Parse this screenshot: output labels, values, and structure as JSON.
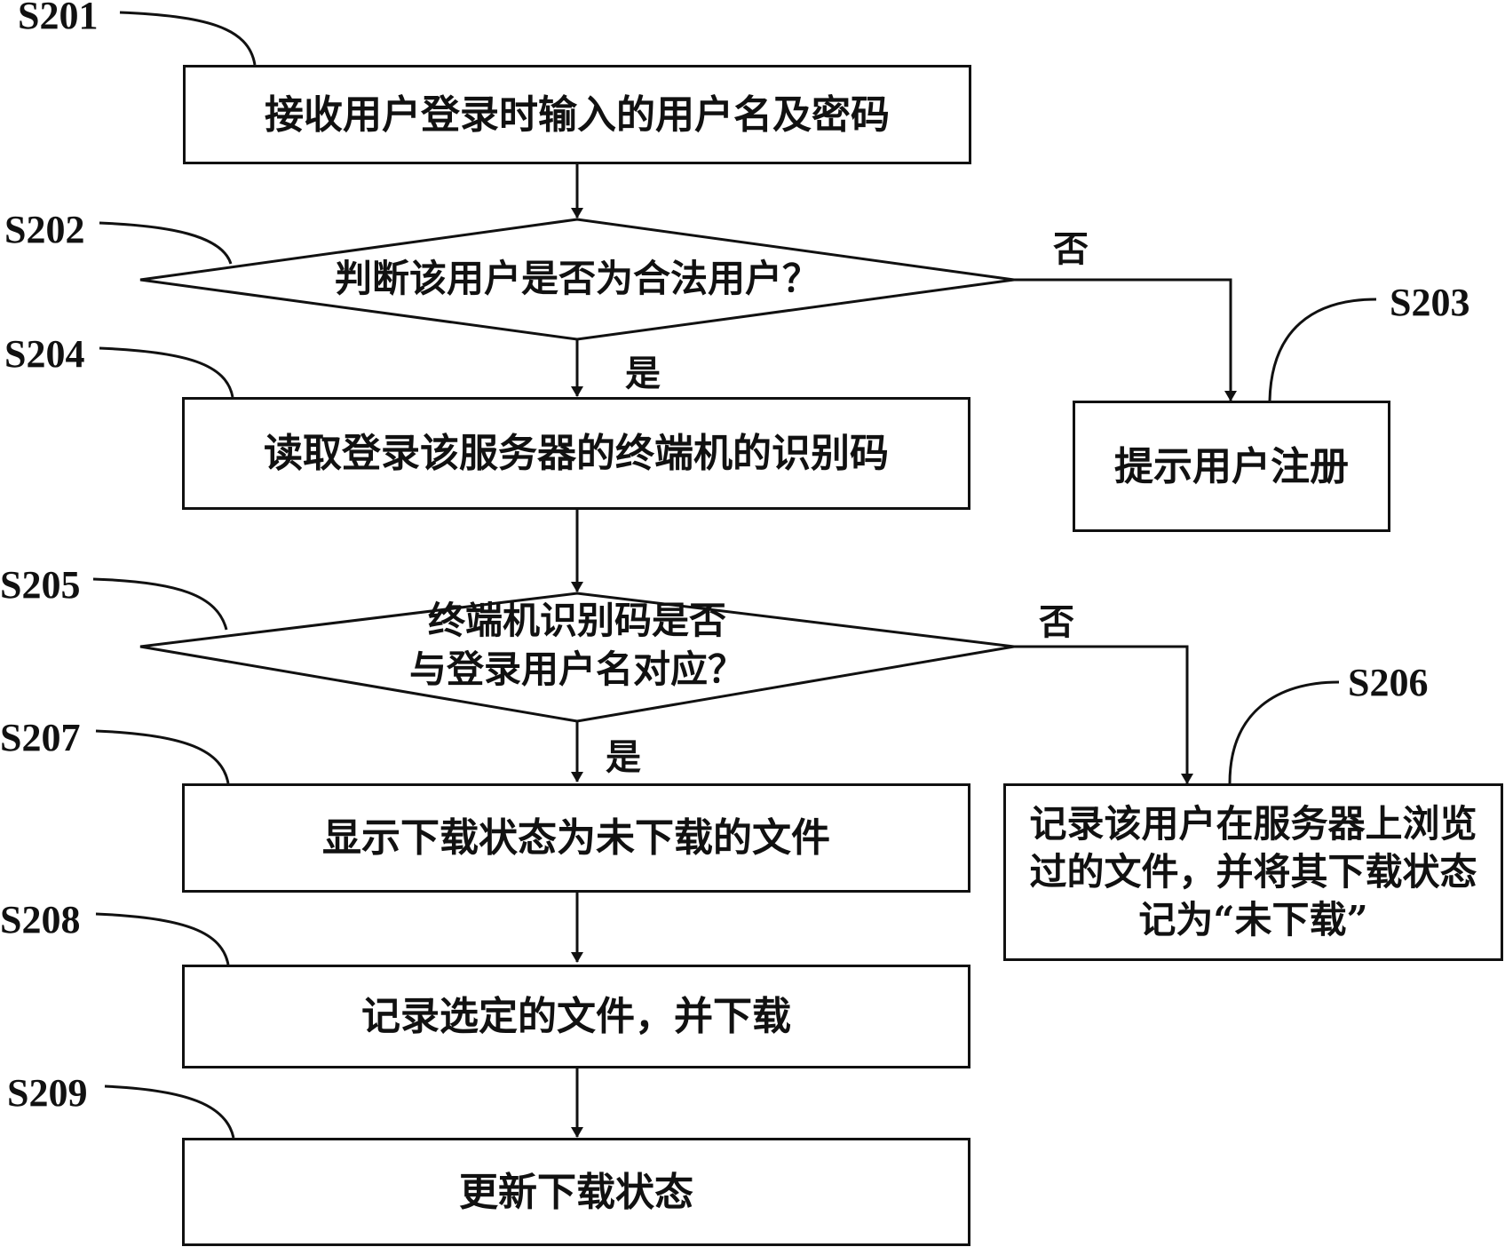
{
  "steps": {
    "s201": "S201",
    "s202": "S202",
    "s203": "S203",
    "s204": "S204",
    "s205": "S205",
    "s206": "S206",
    "s207": "S207",
    "s208": "S208",
    "s209": "S209"
  },
  "nodes": {
    "receive_login": "接收用户登录时输入的用户名及密码",
    "check_legal_user": "判断该用户是否为合法用户？",
    "prompt_register": "提示用户注册",
    "read_terminal_code": "读取登录该服务器的终端机的识别码",
    "check_code_line1": "终端机识别码是否",
    "check_code_line2": "与登录用户名对应？",
    "record_browsed": "记录该用户在服务器上浏览过的文件，并将其下载状态记为“未下载”",
    "show_not_downloaded": "显示下载状态为未下载的文件",
    "record_selected": "记录选定的文件，并下载",
    "update_status": "更新下载状态"
  },
  "branch_labels": {
    "d1_no": "否",
    "d1_yes": "是",
    "d2_no": "否",
    "d2_yes": "是"
  }
}
